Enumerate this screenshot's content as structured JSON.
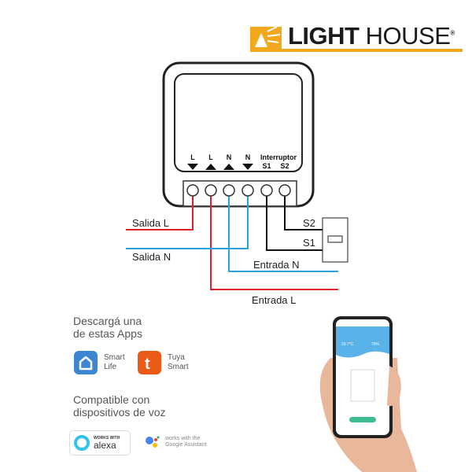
{
  "logo": {
    "word1": "LIGHT",
    "word2": "HOUSE",
    "mark": "®",
    "accent": "#f2a81d"
  },
  "device": {
    "terminals": [
      {
        "label": "L",
        "arrow": "down"
      },
      {
        "label": "L",
        "arrow": "up"
      },
      {
        "label": "N",
        "arrow": "up"
      },
      {
        "label": "N",
        "arrow": "down"
      },
      {
        "label": "S1"
      },
      {
        "label": "S2"
      }
    ],
    "switch_header": "Interruptor"
  },
  "wires": {
    "salida_l": "Salida L",
    "salida_n": "Salida N",
    "entrada_n": "Entrada N",
    "entrada_l": "Entrada L",
    "s2": "S2",
    "s1": "S1",
    "colors": {
      "live": "#e0202a",
      "neutral": "#29a3dc",
      "switch": "#111111"
    }
  },
  "apps": {
    "heading_line1": "Descargá una",
    "heading_line2": "de estas Apps",
    "items": [
      {
        "line1": "Smart",
        "line2": "Life",
        "color": "#3d86d1",
        "icon": "home-icon"
      },
      {
        "line1": "Tuya",
        "line2": "Smart",
        "color": "#ec5a17",
        "icon": "tuya-icon"
      }
    ]
  },
  "voice": {
    "heading_line1": "Compatible con",
    "heading_line2": "dispositivos de voz",
    "alexa_top": "WORKS WITH",
    "alexa_main": "alexa",
    "google_line1": "works with the",
    "google_line2": "Google Assistant"
  },
  "phone": {
    "temperature": "23.7°C",
    "humidity": "70%"
  }
}
